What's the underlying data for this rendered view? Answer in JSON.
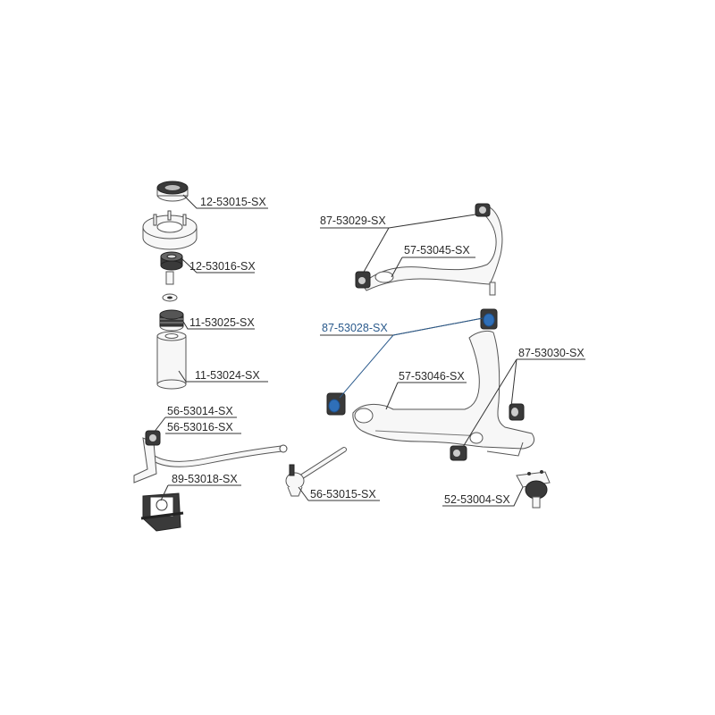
{
  "labels": {
    "top_mount": "12-53015-SX",
    "mount_bushing": "12-53016-SX",
    "bump_stop": "11-53025-SX",
    "dust_boot": "11-53024-SX",
    "upper_arm_bushing": "87-53029-SX",
    "upper_arm": "57-53045-SX",
    "lower_arm_bushing_front": "87-53028-SX",
    "lower_arm_bushing_rear": "87-53030-SX",
    "lower_arm": "57-53046-SX",
    "stab_link_bushing_a": "56-53014-SX",
    "stab_link_bushing_b": "56-53016-SX",
    "stab_bar_bushing": "89-53018-SX",
    "tie_rod_end": "56-53015-SX",
    "ball_joint": "52-53004-SX"
  },
  "colors": {
    "highlight": "#2f6fb8",
    "highlight_label": "#2a5a8c",
    "line": "#333333",
    "part_fill": "#f7f7f7",
    "bushing_dark": "#3a3a3a"
  }
}
